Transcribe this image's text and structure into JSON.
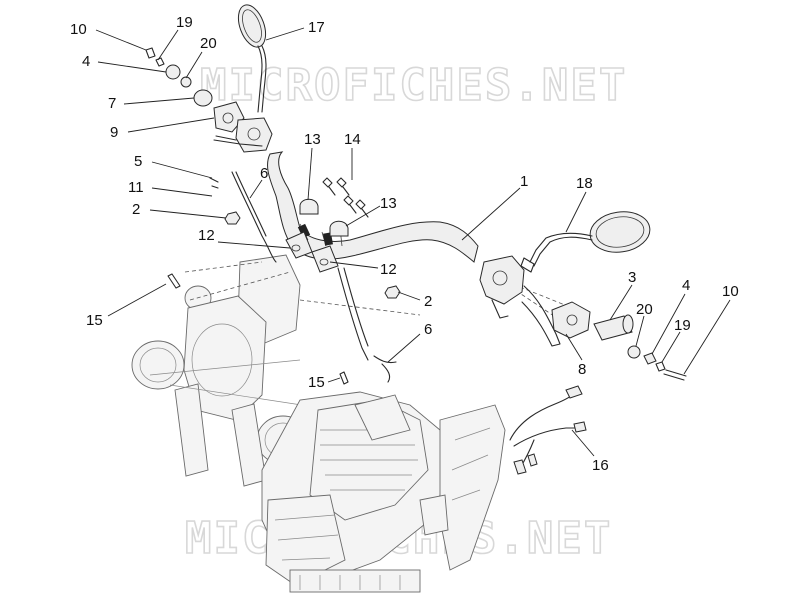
{
  "watermark": {
    "top": "MICROFICHES.NET",
    "bottom": "MICROFICHES.NET"
  },
  "callouts": {
    "c10a": "10",
    "c19a": "19",
    "c20a": "20",
    "c4a": "4",
    "c7": "7",
    "c9": "9",
    "c17": "17",
    "c5": "5",
    "c11": "11",
    "c2a": "2",
    "c6a": "6",
    "c13a": "13",
    "c14": "14",
    "c13b": "13",
    "c1": "1",
    "c18": "18",
    "c12a": "12",
    "c12b": "12",
    "c15a": "15",
    "c2b": "2",
    "c6b": "6",
    "c15b": "15",
    "c3": "3",
    "c4b": "4",
    "c10b": "10",
    "c20b": "20",
    "c19b": "19",
    "c8": "8",
    "c16": "16"
  }
}
